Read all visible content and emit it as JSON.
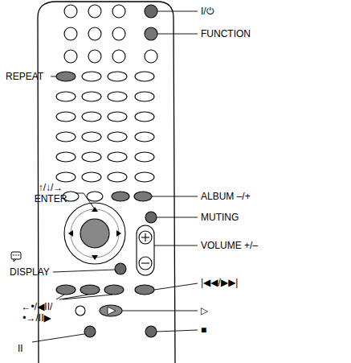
{
  "diagram": {
    "labels": [
      "I/⏻",
      "FUNCTION",
      "REPEAT",
      "ALBUM –/+",
      "↑/↓/→ ENTER",
      "MUTING",
      "VOLUME +/–",
      "DISPLAY",
      "|◀◀/▶▶|",
      "←•/◀II/ •→/II▶",
      "▷",
      "■",
      "II"
    ]
  }
}
